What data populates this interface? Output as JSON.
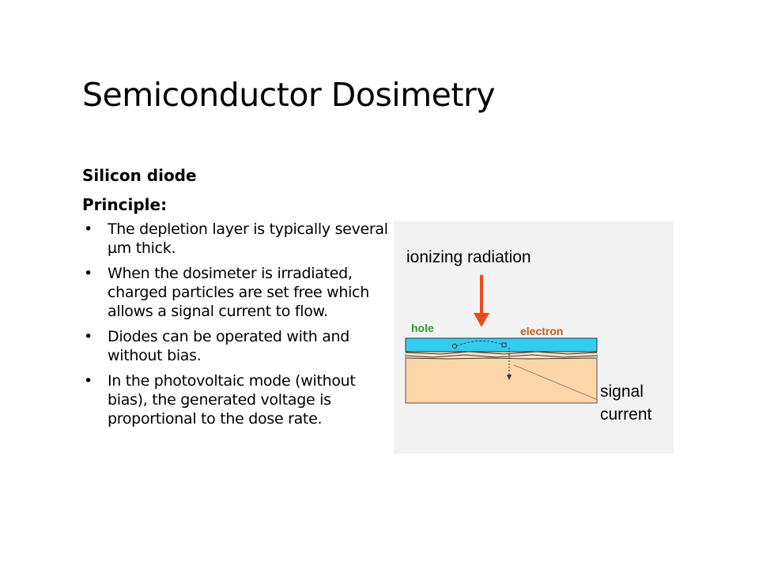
{
  "slide": {
    "title": "Semiconductor Dosimetry",
    "subtitle": "Silicon diode",
    "principle_label": "Principle:",
    "bullet_glyph": "•",
    "bullets": [
      "The depletion layer is typically several µm thick.",
      "When the dosimeter is irradiated, charged particles are set free which allows a signal current to flow.",
      "Diodes can be operated with and without bias.",
      "In the photovoltaic mode (without bias), the generated voltage is proportional to the dose rate."
    ]
  },
  "figure": {
    "radiation_label": "ionizing radiation",
    "hole_label": "hole",
    "electron_label": "electron",
    "signal_label_line1": "signal",
    "signal_label_line2": "current",
    "colors": {
      "background": "#f2f2f2",
      "top_layer": "#33ccf2",
      "bulk": "#fcd5a8",
      "arrow": "#e84a1e",
      "hole_text": "#2e9a2e",
      "electron_text": "#c0601a"
    }
  }
}
